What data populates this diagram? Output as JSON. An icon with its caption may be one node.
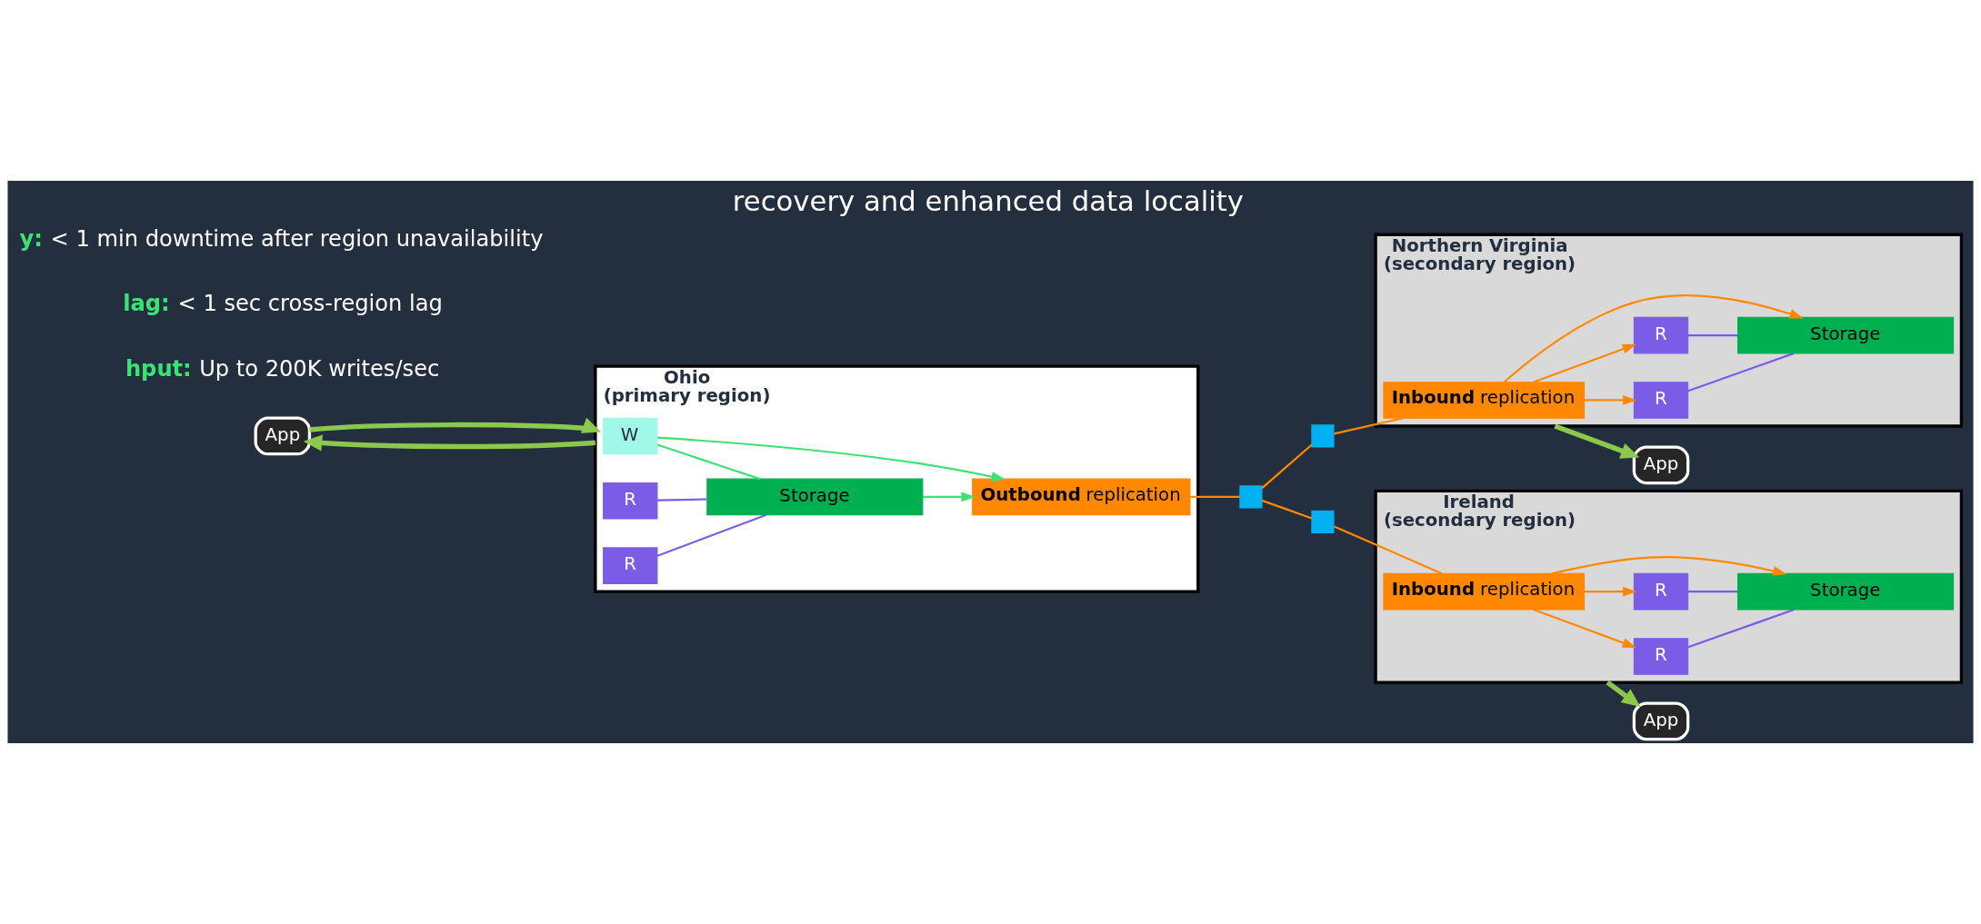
{
  "diagram": {
    "title": "recovery and enhanced data locality",
    "nodes": [
      {
        "text": [
          "App"
        ]
      },
      {
        "text": [
          "Ohio",
          "(primary region)"
        ]
      },
      {
        "text": [
          "W"
        ],
        "in": 1
      },
      {
        "text": [
          "R"
        ],
        "in": 1
      },
      {
        "text": [
          "R"
        ],
        "in": 1
      },
      {
        "text": [
          "Storage"
        ],
        "in": 1
      },
      {
        "text": [
          "**Outbound** replication"
        ],
        "in": 1
      },
      {
        "text": [
          "Northern Virginia",
          "(secondary region)"
        ]
      },
      {
        "text": [
          "**Inbound** replication"
        ],
        "in": 7
      },
      {
        "text": [
          "R"
        ],
        "in": 7
      },
      {
        "text": [
          "R"
        ],
        "in": 7
      },
      {
        "text": [
          "Storage"
        ],
        "in": 7
      },
      {
        "text": [
          "App"
        ]
      },
      {
        "text": [
          "Ireland",
          "(secondary region)"
        ]
      },
      {
        "text": [
          "**Inbound** replication"
        ],
        "in": 13
      },
      {
        "text": [
          "R"
        ],
        "in": 13
      },
      {
        "text": [
          "R"
        ],
        "in": 13
      },
      {
        "text": [
          "Storage"
        ],
        "in": 13
      },
      {
        "text": [
          "App"
        ]
      },
      {
        "text": [],
        "shape": "box"
      },
      {
        "text": [],
        "shape": "box"
      },
      {
        "text": [],
        "shape": "box"
      }
    ],
    "edges": [
      {
        "from": 1,
        "to": 0,
        "arrow": "to",
        "style": "thick",
        "color": "#8cc84b"
      },
      {
        "from": 0,
        "to": 1,
        "arrow": "to",
        "style": "thick",
        "color": "#8cc84b"
      },
      {
        "from": 2,
        "to": 6,
        "arrow": "to",
        "color": "#3ae374"
      },
      {
        "from": 2,
        "to": 5,
        "arrow": "none",
        "color": "#3ae374"
      },
      {
        "from": 3,
        "to": 5,
        "arrow": "none",
        "color": "#7b5ce6"
      },
      {
        "from": 4,
        "to": 5,
        "arrow": "none",
        "color": "#7b5ce6"
      },
      {
        "from": 5,
        "to": 6,
        "arrow": "to",
        "color": "#3ae374"
      },
      {
        "from": 6,
        "to": 19,
        "arrow": "none"
      },
      {
        "from": 19,
        "to": 20,
        "arrow": "none"
      },
      {
        "from": 19,
        "to": 21,
        "arrow": "none"
      },
      {
        "from": 20,
        "to": 8,
        "arrow": "none"
      },
      {
        "from": 21,
        "to": 14,
        "arrow": "none"
      },
      {
        "from": 8,
        "to": 10,
        "arrow": "to"
      },
      {
        "from": 8,
        "to": 9,
        "arrow": "to"
      },
      {
        "from": 8,
        "to": 11,
        "arrow": "to"
      },
      {
        "from": 9,
        "to": 11,
        "arrow": "none",
        "color": "#7b5ce6"
      },
      {
        "from": 10,
        "to": 11,
        "arrow": "none",
        "color": "#7b5ce6"
      },
      {
        "from": 7,
        "to": 12,
        "arrow": "to",
        "style": "thick",
        "color": "#8cc84b"
      },
      {
        "from": 14,
        "to": 16,
        "arrow": "to"
      },
      {
        "from": 14,
        "to": 15,
        "arrow": "to"
      },
      {
        "from": 14,
        "to": 17,
        "arrow": "to"
      },
      {
        "from": 15,
        "to": 17,
        "arrow": "none",
        "color": "#7b5ce6"
      },
      {
        "from": 16,
        "to": 17,
        "arrow": "none",
        "color": "#7b5ce6"
      },
      {
        "from": 13,
        "to": 18,
        "arrow": "to",
        "style": "thick",
        "color": "#8cc84b"
      }
    ],
    "labels": [
      "**hput:** Up to 200K writes/sec",
      "**lag:** < 1 sec cross-region lag",
      "**y:** < 1 min downtime after region unavailability"
    ]
  }
}
